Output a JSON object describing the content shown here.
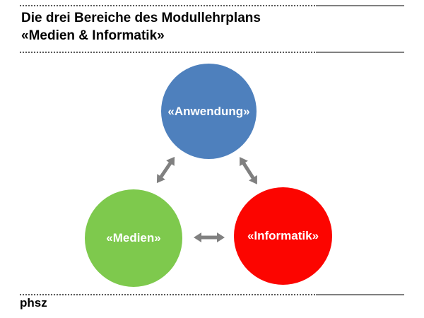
{
  "header": {
    "title_line1": "Die drei Bereiche des Modullehrplans",
    "title_line2": "«Medien & Informatik»"
  },
  "diagram": {
    "nodes": [
      {
        "id": "anwendung",
        "label": "«Anwendung»",
        "color": "#4e80bd"
      },
      {
        "id": "medien",
        "label": "«Medien»",
        "color": "#7ec94d"
      },
      {
        "id": "informatik",
        "label": "«Informatik»",
        "color": "#fc0500"
      }
    ],
    "connections": [
      {
        "from": "anwendung",
        "to": "medien",
        "type": "bidirectional"
      },
      {
        "from": "anwendung",
        "to": "informatik",
        "type": "bidirectional"
      },
      {
        "from": "medien",
        "to": "informatik",
        "type": "bidirectional"
      }
    ],
    "arrow_color": "#808080"
  },
  "footer": {
    "logo_text": "phsz"
  }
}
